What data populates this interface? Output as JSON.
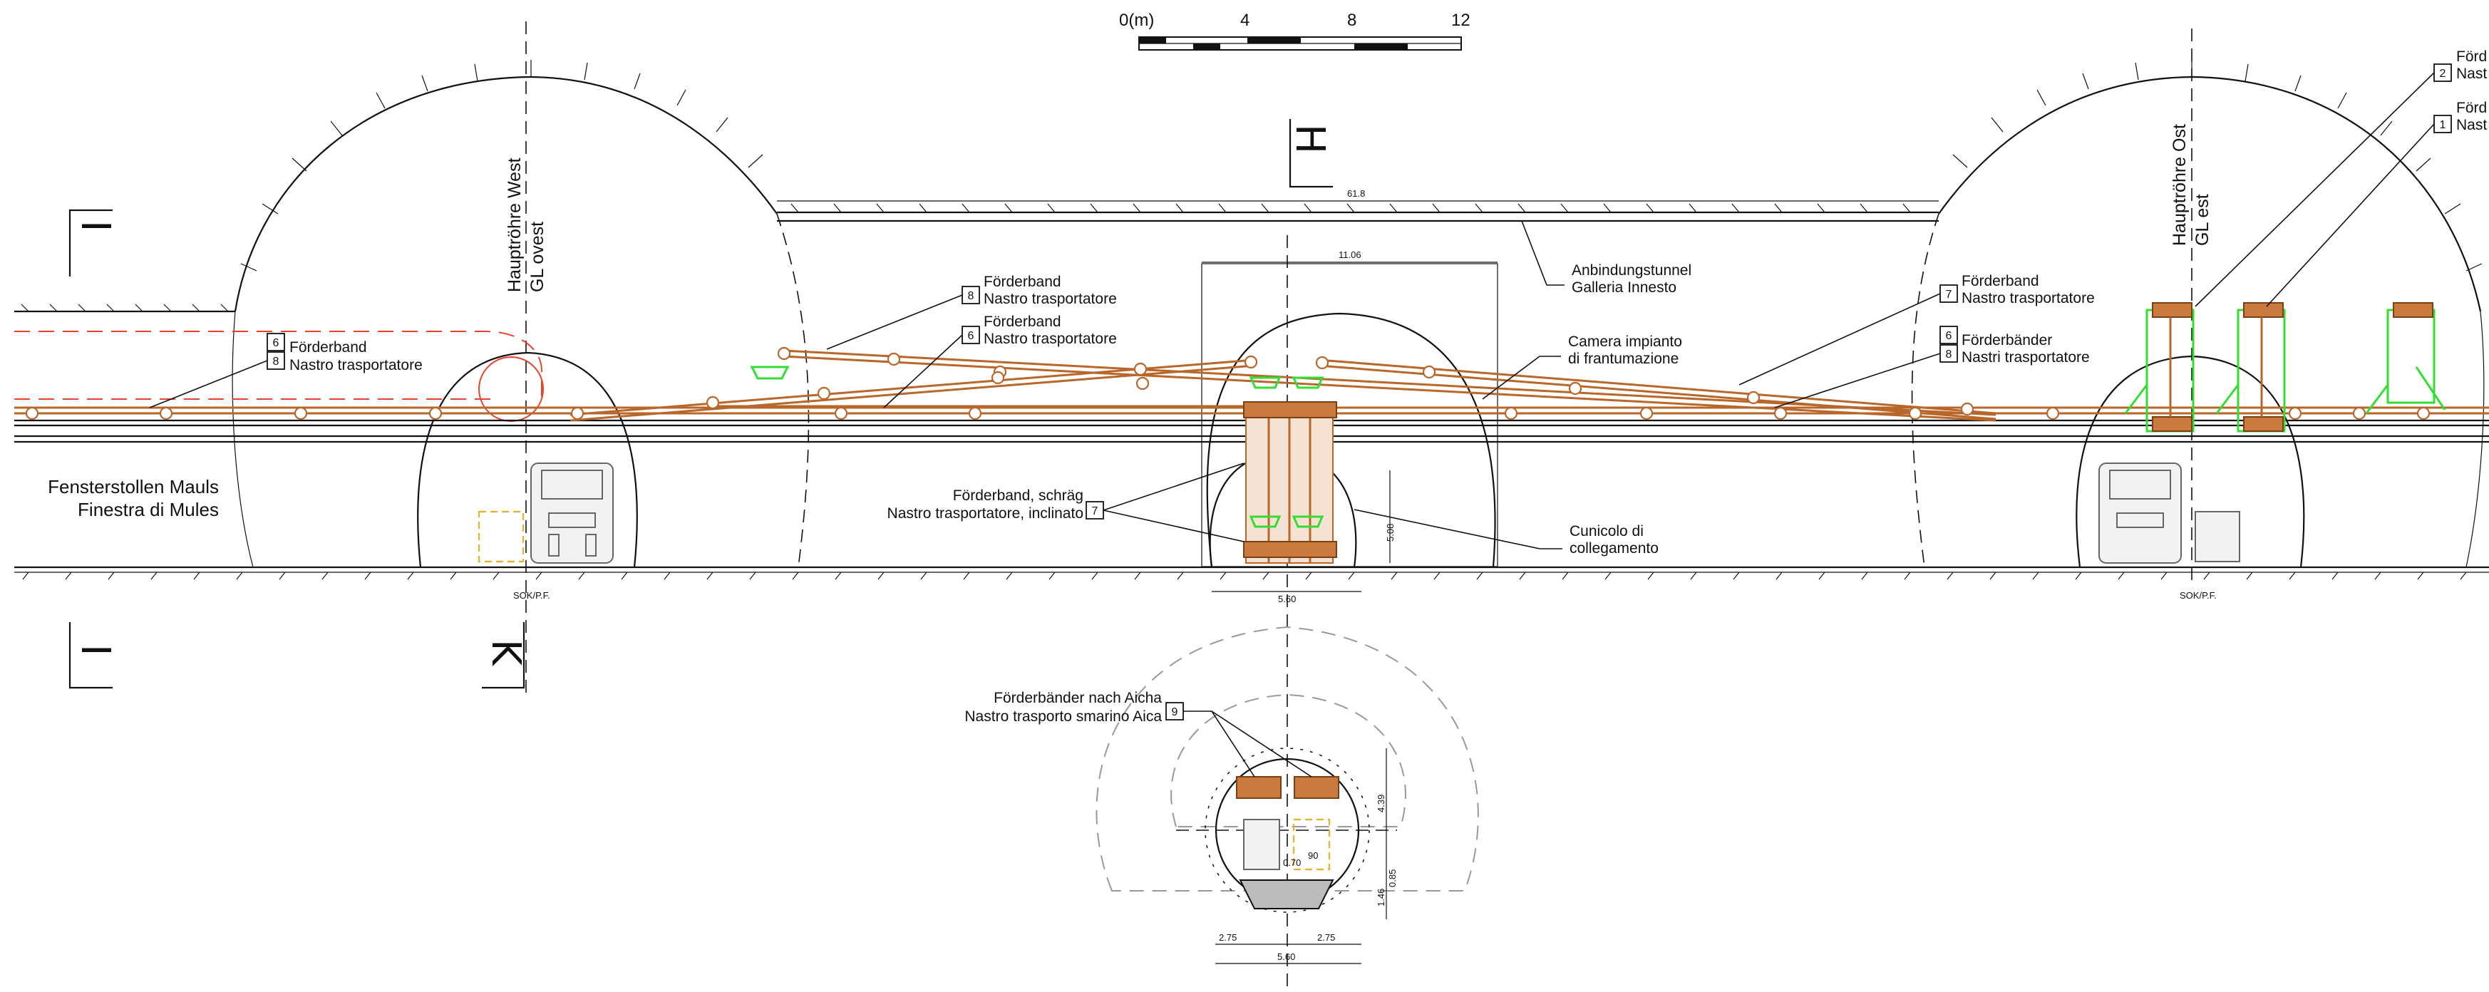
{
  "scale_bar": {
    "labels": [
      "0(m)",
      "4",
      "8",
      "12"
    ]
  },
  "section_marks": {
    "top_left": "I",
    "bottom_left": "I",
    "k_mark": "K",
    "h_mark": "H"
  },
  "tubes": {
    "west": {
      "line1": "Hauptröhre West",
      "line2": "GL ovest"
    },
    "east": {
      "line1": "Hauptröhre Ost",
      "line2": "GL est"
    }
  },
  "window_tunnel": {
    "line1": "Fensterstollen Mauls",
    "line2": "Finestra di Mules"
  },
  "labels": {
    "conv_8_top": {
      "tag": "8",
      "de": "Förderband",
      "it": "Nastro trasportatore"
    },
    "conv_6_top": {
      "tag": "6",
      "de": "Förderband",
      "it": "Nastro trasportatore"
    },
    "conv_left": {
      "tag1": "6",
      "tag2": "8",
      "de": "Förderband",
      "it": "Nastro trasportatore"
    },
    "anbindung": {
      "de": "Anbindungstunnel",
      "it": "Galleria Innesto"
    },
    "camera": {
      "de": "Camera impianto",
      "it": "di frantumazione"
    },
    "cunicolo": {
      "de": "Cunicolo di",
      "it": "collegamento"
    },
    "inclined": {
      "tag": "7",
      "de": "Förderband, schräg",
      "it": "Nastro trasportatore, inclinato"
    },
    "conv_7_right": {
      "tag": "7",
      "de": "Förderband",
      "it": "Nastro trasportatore"
    },
    "conv_68_right": {
      "tag1": "6",
      "tag2": "8",
      "de": "Förderbänder",
      "it": "Nastri trasportatore"
    },
    "far_right_2": {
      "tag": "2",
      "de": "Förd",
      "it": "Nast"
    },
    "far_right_1": {
      "tag": "1",
      "de": "Förd",
      "it": "Nast"
    },
    "aicha": {
      "tag": "9",
      "de": "Förderbänder nach Aicha",
      "it": "Nastro trasporto smarino Aica"
    }
  },
  "dimensions": {
    "span_top": "61.8",
    "chamber_width": "11.06",
    "chamber_height": "5.08",
    "cunicolo_width": "5.60",
    "lower_left": "2.75",
    "lower_right": "2.75",
    "lower_total": "5.60",
    "lower_90": "90",
    "lower_height_a": "4.39",
    "lower_height_b": "1.46",
    "lower_height_c": "0.85",
    "sok_left": "SOK/P.F.",
    "sok_right": "SOK/P.F.",
    "lower_small": "0.70"
  },
  "colors": {
    "line": "#111111",
    "belt": "#b9662a",
    "green": "#33dd33",
    "red_dash": "#e8432a",
    "orange": "#e9b030",
    "grey_dash": "#999999"
  }
}
